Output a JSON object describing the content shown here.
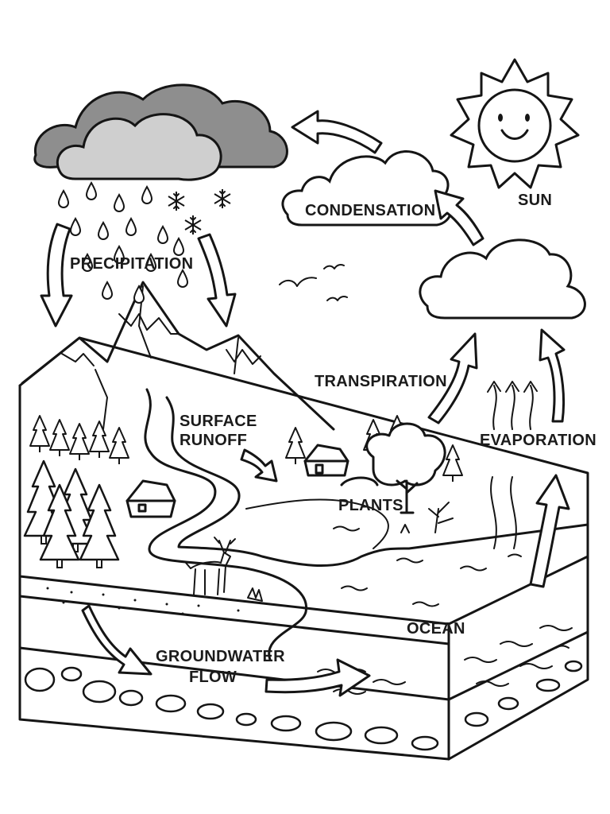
{
  "labels": {
    "precipitation": "PRECIPITATION",
    "condensation": "CONDENSATION",
    "sun": "SUN",
    "transpiration": "TRANSPIRATION",
    "surface_runoff_line1": "SURFACE",
    "surface_runoff_line2": "RUNOFF",
    "evaporation": "EVAPORATION",
    "plants": "PLANTS",
    "ocean": "OCEAN",
    "groundwater_line1": "GROUNDWATER",
    "groundwater_line2": "FLOW"
  }
}
